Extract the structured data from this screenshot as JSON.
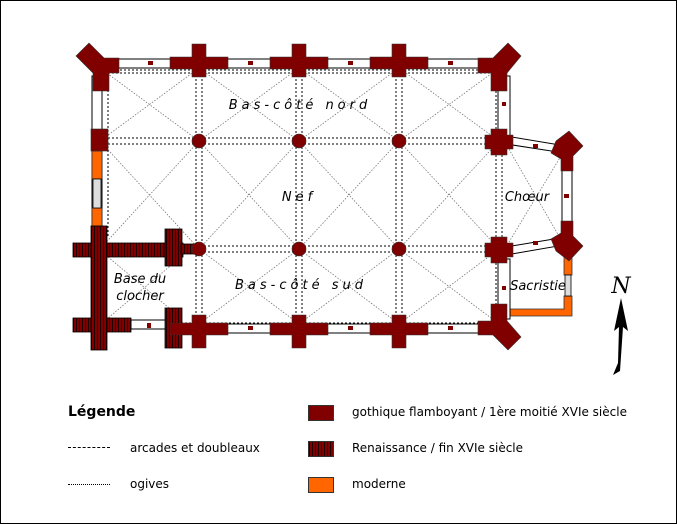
{
  "plan": {
    "rooms": {
      "north_aisle": "Bas-côté nord",
      "nave": "Nef",
      "south_aisle": "Bas-côté sud",
      "choir": "Chœur",
      "sacristy": "Sacristie",
      "tower_base_line1": "Base du",
      "tower_base_line2": "clocher"
    },
    "north_arrow": "N"
  },
  "legend": {
    "title": "Légende",
    "lines": [
      {
        "label": "arcades et doubleaux"
      },
      {
        "label": "ogives"
      }
    ],
    "periods": [
      {
        "label": "gothique flamboyant / 1ère moitié XVIe siècle",
        "color": "#800000"
      },
      {
        "label": "Renaissance / fin XVIe siècle",
        "color": "#800000"
      },
      {
        "label": "moderne",
        "color": "#ff6600"
      }
    ]
  }
}
